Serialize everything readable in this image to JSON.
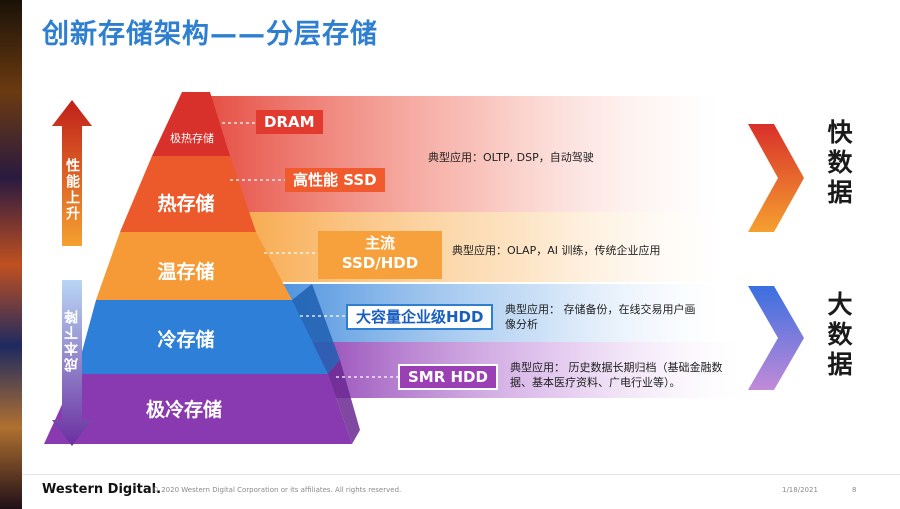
{
  "title": "创新存储架构——分层存储",
  "axis_labels": {
    "performance_up": "性能上升",
    "cost_down": "成本下降"
  },
  "tiers": [
    {
      "name": "极热存储",
      "color": "#d8302a"
    },
    {
      "name": "热存储",
      "color": "#ec5a2b"
    },
    {
      "name": "温存储",
      "color": "#f59a36"
    },
    {
      "name": "冷存储",
      "color": "#2e7fd8"
    },
    {
      "name": "极冷存储",
      "color": "#8a3ab0"
    }
  ],
  "media": {
    "dram": "DRAM",
    "ssd": "高性能 SSD",
    "mainstream_line1": "主流",
    "mainstream_line2": "SSD/HDD",
    "enterprise_hdd": "大容量企业级HDD",
    "smr_hdd": "SMR HDD"
  },
  "use_cases": {
    "hot": "典型应用：OLTP, DSP，自动驾驶",
    "warm": "典型应用：OLAP，AI 训练，传统企业应用",
    "cold": "典型应用：  存储备份，在线交易用户画像分析",
    "frozen": "典型应用：  历史数据长期归档（基础金融数据、基本医疗资料、广电行业等）。"
  },
  "right_labels": {
    "fast_data": "快数据",
    "big_data": "大数据"
  },
  "footer": {
    "logo": "Western Digital.",
    "copyright": "© 2020 Western Digital Corporation or its affiliates. All rights reserved.",
    "date": "1/18/2021",
    "page": "8"
  }
}
